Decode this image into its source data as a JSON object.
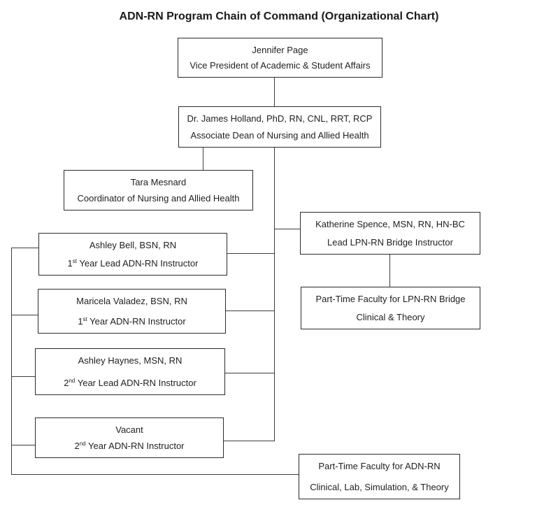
{
  "title": "ADN-RN Program Chain of Command (Organizational Chart)",
  "boxes": {
    "vp": {
      "name": "Jennifer Page",
      "role": "Vice President of Academic & Student Affairs"
    },
    "dean": {
      "name": "Dr. James Holland, PhD, RN, CNL, RRT, RCP",
      "role": "Associate Dean of Nursing and Allied Health"
    },
    "coordinator": {
      "name": "Tara Mesnard",
      "role": "Coordinator of Nursing and Allied Health"
    },
    "lead_bridge": {
      "name": "Katherine Spence, MSN, RN, HN-BC",
      "role": "Lead LPN-RN Bridge Instructor"
    },
    "year1_lead": {
      "name": "Ashley Bell, BSN, RN",
      "role_num": "1",
      "role_sup": "st",
      "role_rest": " Year Lead ADN-RN Instructor"
    },
    "year1": {
      "name": "Maricela Valadez, BSN, RN",
      "role_num": "1",
      "role_sup": "st",
      "role_rest": " Year ADN-RN Instructor"
    },
    "year2_lead": {
      "name": "Ashley Haynes, MSN, RN",
      "role_num": "2",
      "role_sup": "nd",
      "role_rest": " Year Lead ADN-RN Instructor"
    },
    "year2": {
      "name": "Vacant",
      "role_num": "2",
      "role_sup": "nd",
      "role_rest": " Year ADN-RN Instructor"
    },
    "pt_bridge": {
      "name": "Part-Time Faculty for LPN-RN Bridge",
      "role": "Clinical & Theory"
    },
    "pt_adn": {
      "name": "Part-Time Faculty for ADN-RN",
      "role": "Clinical, Lab, Simulation, & Theory"
    }
  },
  "edges": [
    {
      "from": "vp",
      "to": "dean"
    },
    {
      "from": "dean",
      "to": "coordinator"
    },
    {
      "from": "dean",
      "to": "lead_bridge"
    },
    {
      "from": "dean",
      "to": "year1_lead"
    },
    {
      "from": "dean",
      "to": "year1"
    },
    {
      "from": "dean",
      "to": "year2_lead"
    },
    {
      "from": "dean",
      "to": "year2"
    },
    {
      "from": "lead_bridge",
      "to": "pt_bridge"
    },
    {
      "from": [
        "year1_lead",
        "year1",
        "year2_lead",
        "year2"
      ],
      "to": "pt_adn"
    }
  ],
  "colors": {
    "background": "#ffffff",
    "border": "#2b2b2b",
    "line": "#3d3d3d",
    "text": "#1f1f1f"
  }
}
